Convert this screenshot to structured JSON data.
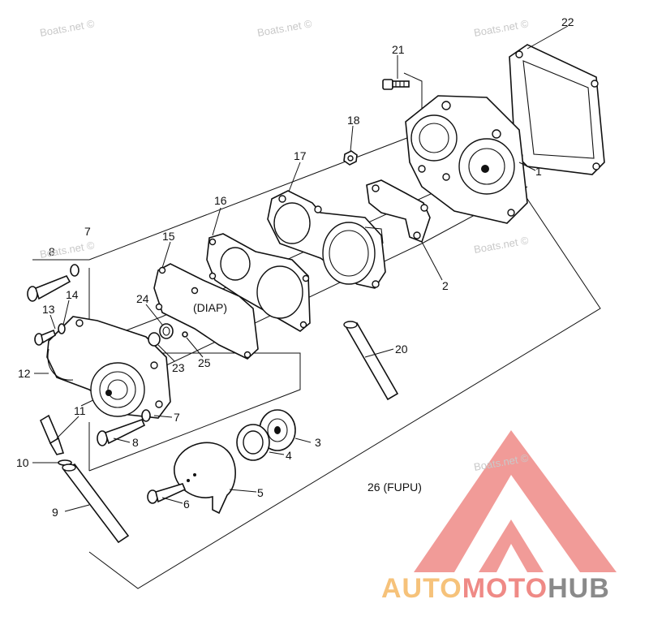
{
  "watermarks": [
    "Boats.net ©",
    "Boats.net ©",
    "Boats.net ©",
    "Boats.net ©",
    "Boats.net ©",
    "Boats.net ©"
  ],
  "callouts": {
    "c1": "1",
    "c2": "2",
    "c3": "3",
    "c4": "4",
    "c5": "5",
    "c6": "6",
    "c7a": "7",
    "c7b": "7",
    "c8a": "8",
    "c8b": "8",
    "c9": "9",
    "c10": "10",
    "c11": "11",
    "c12": "12",
    "c13": "13",
    "c14": "14",
    "c15": "15",
    "c16": "16",
    "c17": "17",
    "c18": "18",
    "c20": "20",
    "c21": "21",
    "c22": "22",
    "c23": "23",
    "c24": "24",
    "c25": "25",
    "c26": "26 (FUPU)"
  },
  "labels": {
    "diap": "(DIAP)"
  },
  "logo": {
    "part1": "AUTO",
    "part2": "MOTO",
    "part3": "HUB"
  },
  "colors": {
    "logo_auto": "#f6c27a",
    "logo_moto": "#ef8a86",
    "logo_hub": "#8a8a8a",
    "logo_triangle": "#ef8a86"
  }
}
